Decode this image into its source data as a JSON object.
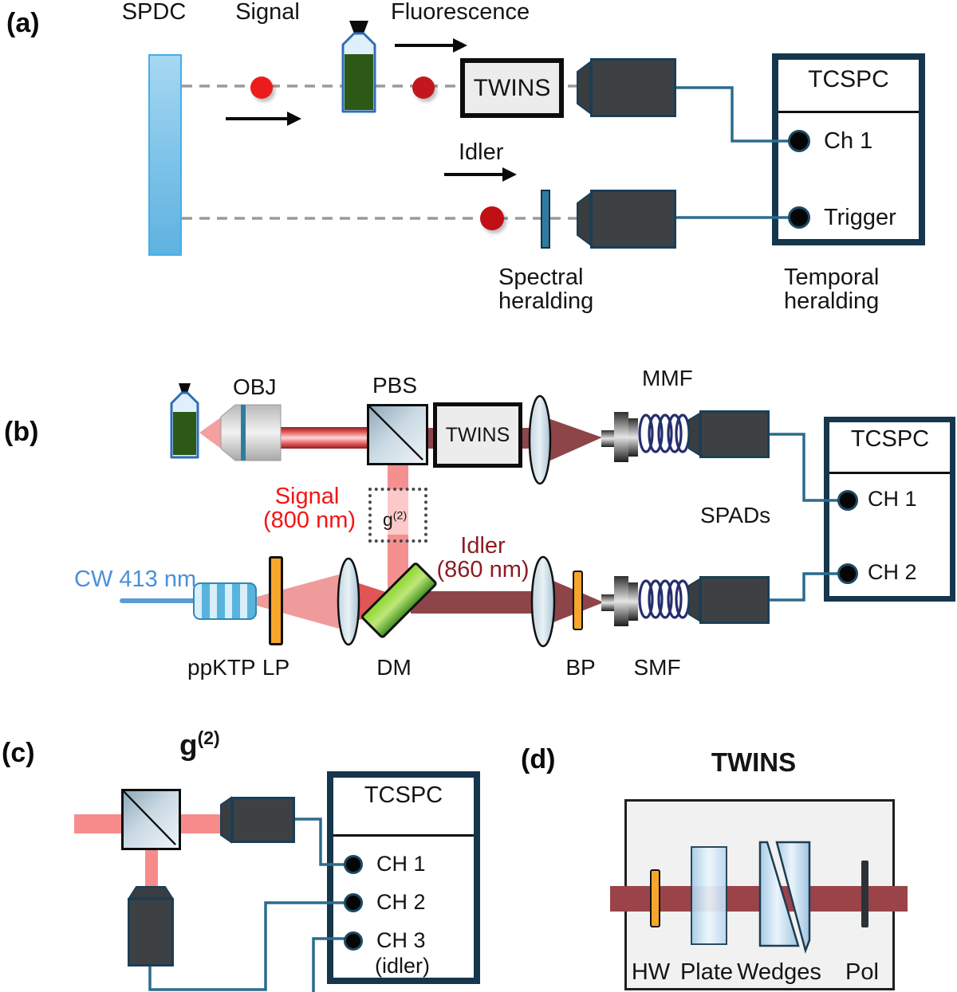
{
  "colors": {
    "wire": "#2b6b8d",
    "tcspc_border": "#15364c",
    "detector_body": "#3e4144",
    "signal_red": "#f21515",
    "idler_maroon": "#8b1d24",
    "pump_blue": "#4a90d9",
    "beam_maroon": "#8e4549",
    "beam_salmon": "#f78b8b",
    "bright_dot": "#ec1c1c",
    "dark_dot": "#c2181d",
    "optic_orange": "#f7a52b",
    "dm_green": "#5cb52a"
  },
  "panel_a": {
    "tag": "(a)",
    "spdc": "SPDC",
    "signal": "Signal",
    "fluorescence": "Fluorescence",
    "idler": "Idler",
    "twins": "TWINS",
    "tcspc_title": "TCSPC",
    "ch1": "Ch 1",
    "trigger": "Trigger",
    "spectral_line1": "Spectral",
    "spectral_line2": "heralding",
    "temporal_line1": "Temporal",
    "temporal_line2": "heralding"
  },
  "panel_b": {
    "tag": "(b)",
    "obj": "OBJ",
    "pbs": "PBS",
    "twins": "TWINS",
    "mmf": "MMF",
    "spads": "SPADs",
    "signal_line1": "Signal",
    "signal_line2": "(800 nm)",
    "g2_base": "g",
    "g2_sup": "(2)",
    "pump": "CW 413 nm",
    "ppktp": "ppKTP",
    "lp": "LP",
    "dm": "DM",
    "idler_line1": "Idler",
    "idler_line2": "(860 nm)",
    "bp": "BP",
    "smf": "SMF",
    "tcspc_title": "TCSPC",
    "ch1": "CH 1",
    "ch2": "CH 2"
  },
  "panel_c": {
    "tag": "(c)",
    "g2_base": "g",
    "g2_sup": "(2)",
    "tcspc_title": "TCSPC",
    "ch1": "CH 1",
    "ch2": "CH 2",
    "ch3": "CH 3",
    "ch3_note": "(idler)"
  },
  "panel_d": {
    "tag": "(d)",
    "title": "TWINS",
    "hw": "HW",
    "plate": "Plate",
    "wedges": "Wedges",
    "pol": "Pol"
  }
}
